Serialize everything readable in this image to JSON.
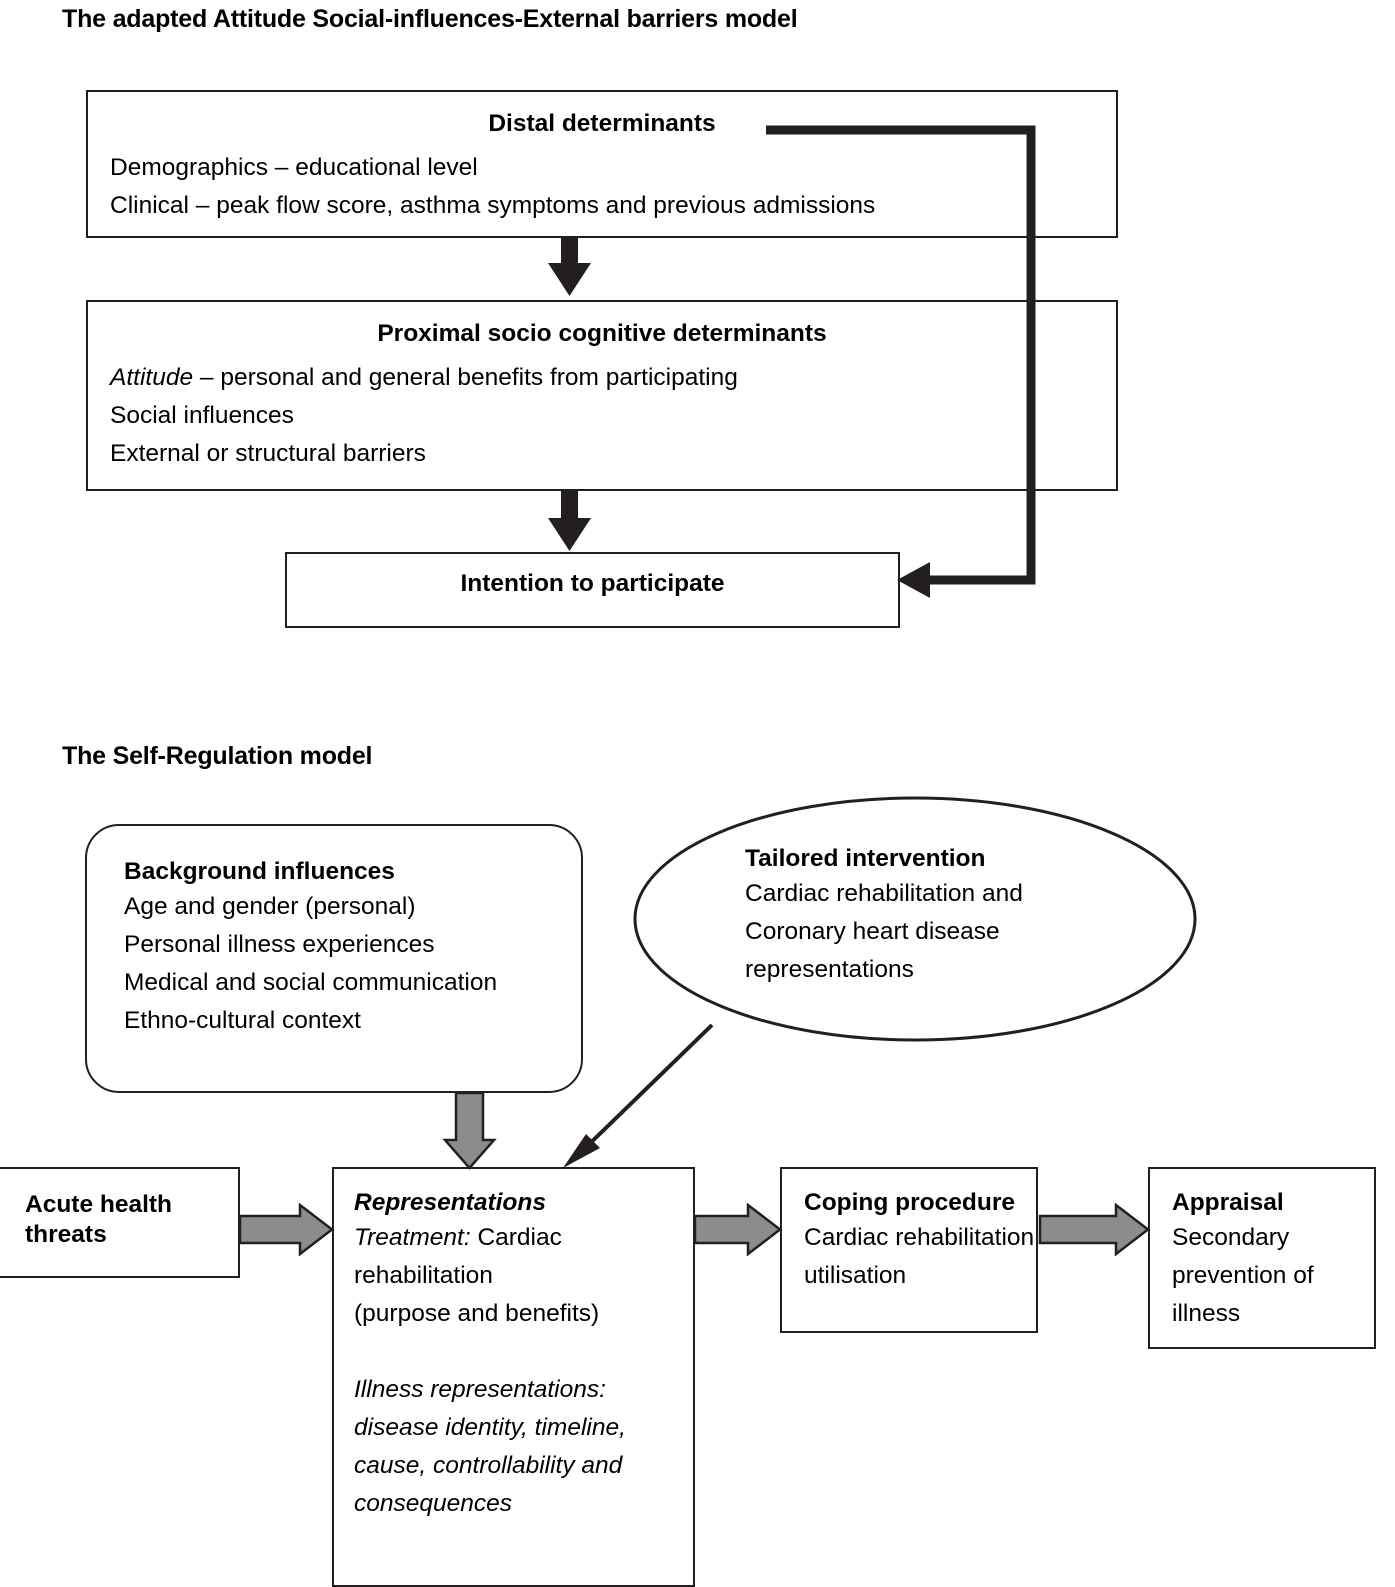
{
  "figure": {
    "sections": [
      {
        "id": "ase-model",
        "title": "The adapted Attitude Social-influences-External barriers model",
        "nodes": [
          {
            "id": "distal-determinants",
            "shape": "rectangle",
            "heading": "Distal determinants",
            "lines": [
              "Demographics – educational level",
              "Clinical – peak flow score, asthma symptoms and previous admissions"
            ]
          },
          {
            "id": "proximal-determinants",
            "shape": "rectangle",
            "heading": "Proximal socio cognitive determinants",
            "lines": [
              "Attitude – personal and general benefits from participating",
              "Social influences",
              "External or structural barriers"
            ],
            "italic_lead": "Attitude"
          },
          {
            "id": "intention-to-participate",
            "shape": "rectangle",
            "heading": "Intention to participate",
            "lines": []
          }
        ],
        "connectors": [
          {
            "id": "distal-to-proximal",
            "style": "black-thick-down-arrow"
          },
          {
            "id": "proximal-to-intention",
            "style": "black-thick-down-arrow"
          },
          {
            "id": "distal-to-intention-bypass",
            "style": "black-elbow-left-arrow"
          }
        ]
      },
      {
        "id": "self-regulation-model",
        "title": "The Self-Regulation model",
        "nodes": [
          {
            "id": "background-influences",
            "shape": "rounded-rectangle",
            "heading": "Background influences",
            "lines": [
              "Age and gender (personal)",
              "Personal illness experiences",
              "Medical and social communication",
              "Ethno-cultural context"
            ]
          },
          {
            "id": "tailored-intervention",
            "shape": "ellipse",
            "heading": "Tailored intervention",
            "lines": [
              "Cardiac rehabilitation and",
              "Coronary heart disease",
              "representations"
            ]
          },
          {
            "id": "acute-health-threats",
            "shape": "rectangle",
            "heading": "Acute health\nthreats",
            "heading_lines": [
              "Acute health",
              "threats"
            ],
            "lines": []
          },
          {
            "id": "representations",
            "shape": "rectangle",
            "heading": "Representations",
            "heading_italic": true,
            "lines": [
              "Treatment: Cardiac",
              "rehabilitation",
              "(purpose and benefits)",
              "",
              "Illness representations:",
              "disease identity, timeline,",
              "cause, controllability and",
              "consequences"
            ],
            "italic_lead": "Treatment:",
            "italic_block_from": 4
          },
          {
            "id": "coping-procedure",
            "shape": "rectangle",
            "heading": "Coping procedure",
            "lines": [
              "Cardiac rehabilitation",
              "utilisation"
            ]
          },
          {
            "id": "appraisal",
            "shape": "rectangle",
            "heading": "Appraisal",
            "lines": [
              "Secondary",
              "prevention of",
              "illness"
            ]
          }
        ],
        "connectors": [
          {
            "id": "background-to-representations",
            "style": "grey-down-arrow"
          },
          {
            "id": "tailored-to-representations",
            "style": "black-diagonal-arrow"
          },
          {
            "id": "acute-to-representations",
            "style": "grey-right-arrow"
          },
          {
            "id": "representations-to-coping",
            "style": "grey-right-arrow"
          },
          {
            "id": "coping-to-appraisal",
            "style": "grey-right-arrow"
          }
        ]
      }
    ],
    "colors": {
      "stroke": "#231f20",
      "grey_arrow_fill": "#8c8c8c",
      "grey_arrow_stroke": "#231f20",
      "background": "#ffffff"
    }
  }
}
